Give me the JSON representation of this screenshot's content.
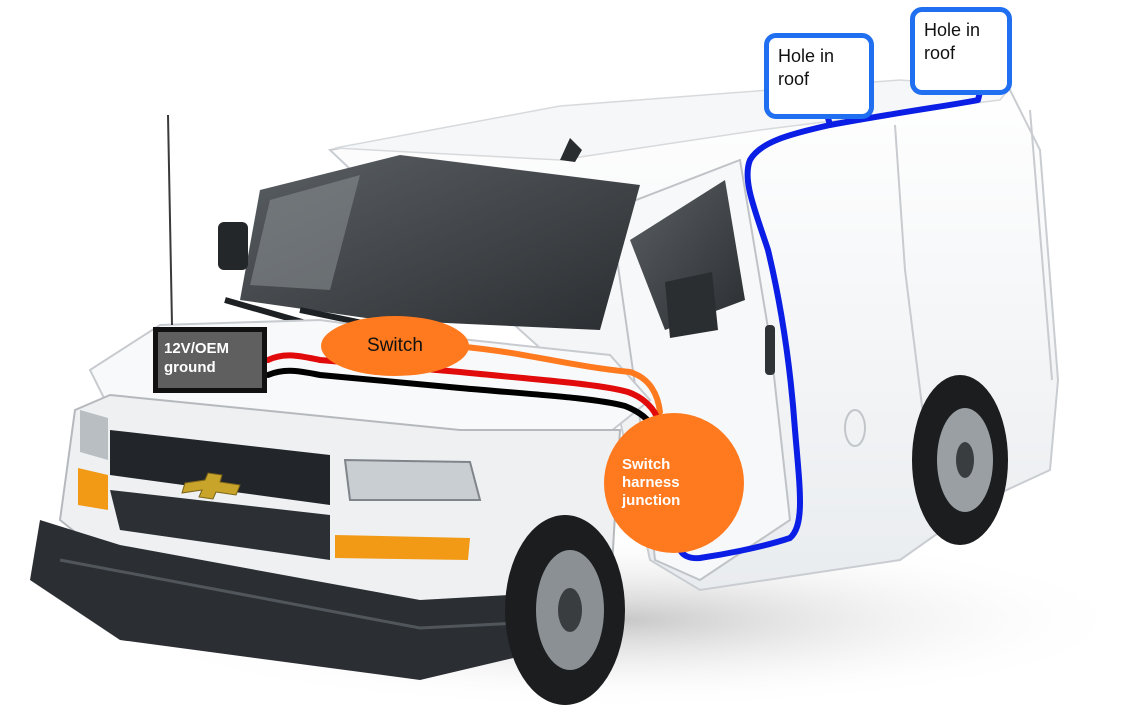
{
  "colors": {
    "roof_label_border": "#1f6ff0",
    "roof_cable": "#0a1ee6",
    "switch_callout": "#ff7a1f",
    "positive_wire": "#e10b0b",
    "ground_wire": "#000000",
    "switch_wire": "#ff7a1f"
  },
  "labels": {
    "roof_hole_1": "Hole in\nroof",
    "roof_hole_2": "Hole in\nroof",
    "power_ground": "12V/OEM\nground",
    "switch": "Switch",
    "junction": "Switch\nharness\njunction"
  },
  "vehicle": {
    "grille_badge_icon": "bowtie-emblem-icon",
    "antenna_icon": "antenna-icon"
  }
}
